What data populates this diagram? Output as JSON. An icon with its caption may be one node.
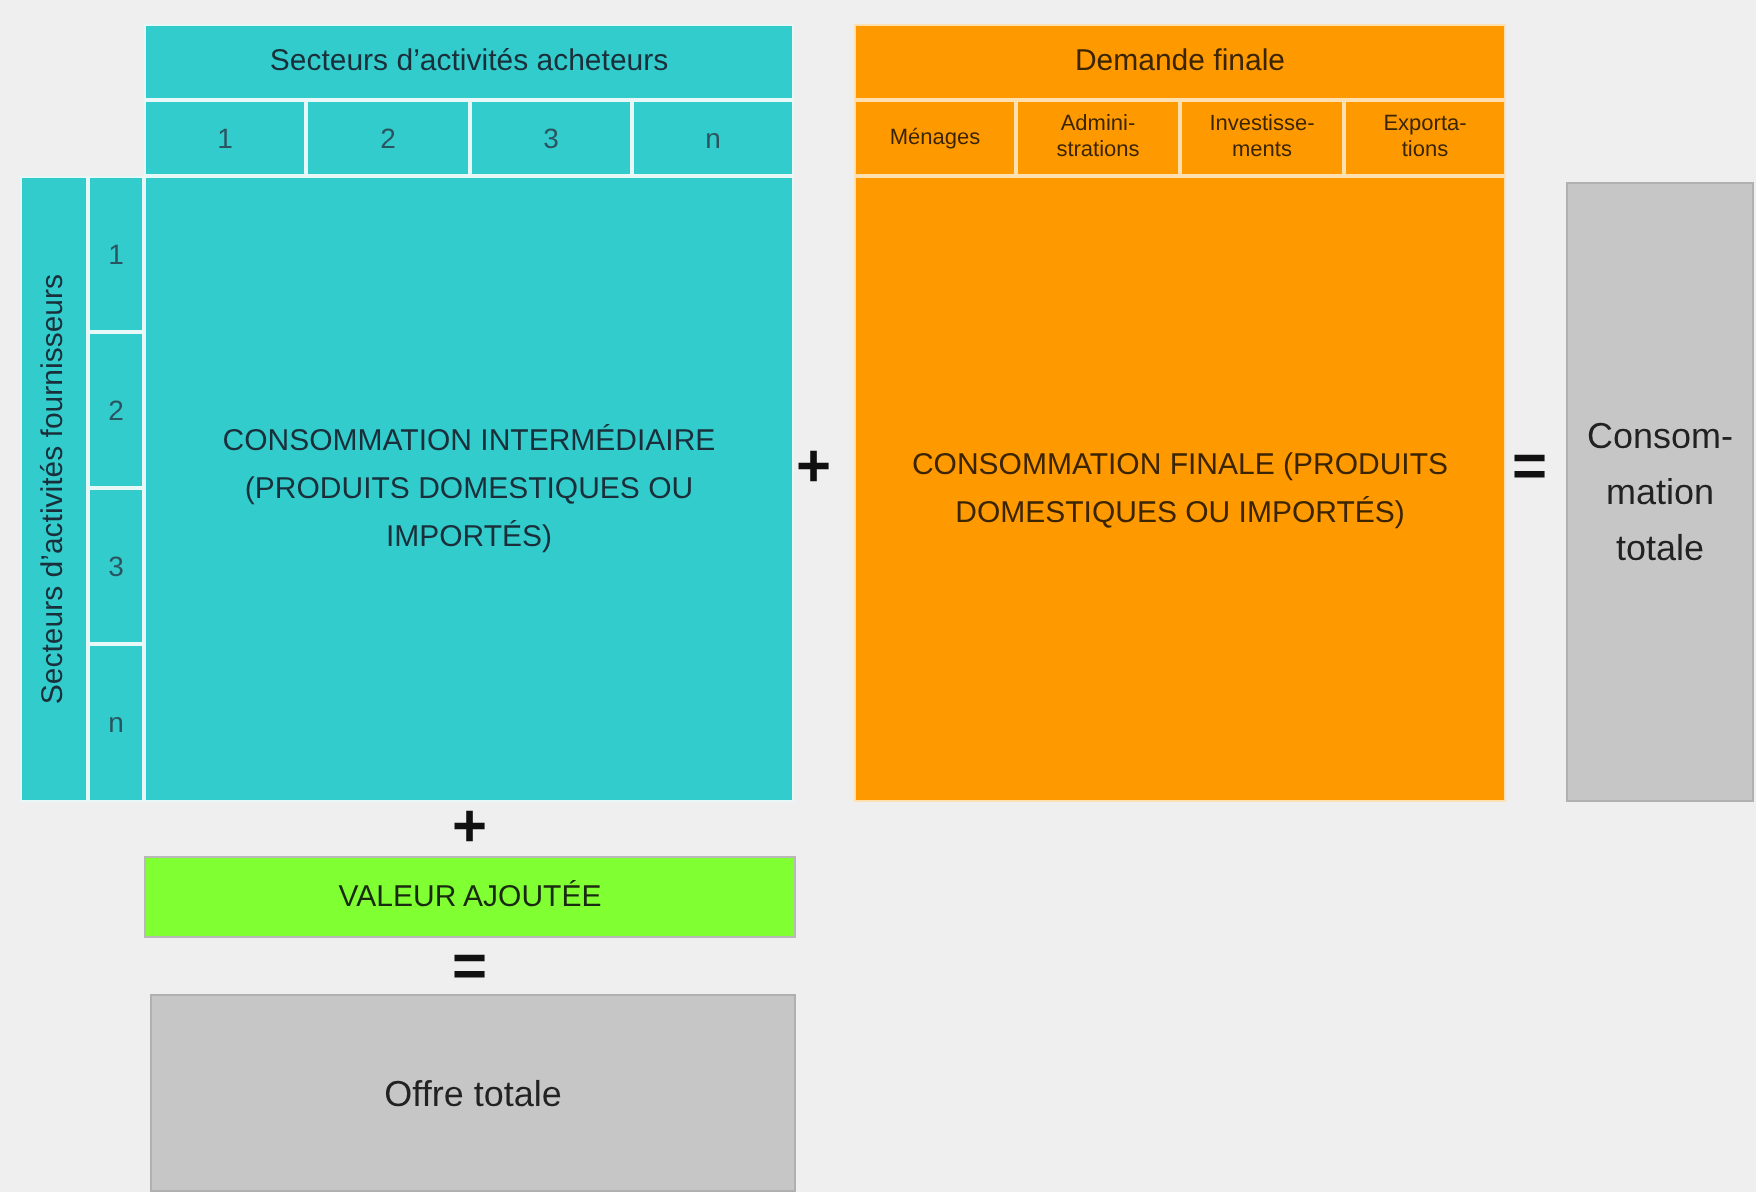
{
  "diagram": {
    "nodes": [
      {
        "text": [
          "Secteurs d’activités acheteurs"
        ]
      },
      {
        "text": [
          "1"
        ]
      },
      {
        "text": [
          "2"
        ]
      },
      {
        "text": [
          "3"
        ]
      },
      {
        "text": [
          "n"
        ]
      },
      {
        "text": [
          "Demande finale"
        ]
      },
      {
        "text": [
          "Ménages"
        ]
      },
      {
        "text": [
          "Admini- strations"
        ]
      },
      {
        "text": [
          "Investisse- ments"
        ]
      },
      {
        "text": [
          "Exporta- tions"
        ]
      },
      {
        "text": [
          "Secteurs d’activités fournisseurs"
        ]
      },
      {
        "text": [
          "1"
        ]
      },
      {
        "text": [
          "2"
        ]
      },
      {
        "text": [
          "3"
        ]
      },
      {
        "text": [
          "n"
        ]
      },
      {
        "text": [
          "CONSOMMATION INTERMÉDIAIRE (PRODUITS DOMESTIQUES OU IMPORTÉS)"
        ]
      },
      {
        "text": [
          "CONSOMMATION FINALE (PRODUITS DOMESTIQUES OU IMPORTÉS)"
        ]
      },
      {
        "text": [
          "Consom- mation totale"
        ]
      },
      {
        "text": [
          "VALEUR AJOUTÉE"
        ]
      },
      {
        "text": [
          "Offre totale"
        ]
      }
    ],
    "labels": [
      "+",
      "=",
      "+",
      "="
    ]
  }
}
